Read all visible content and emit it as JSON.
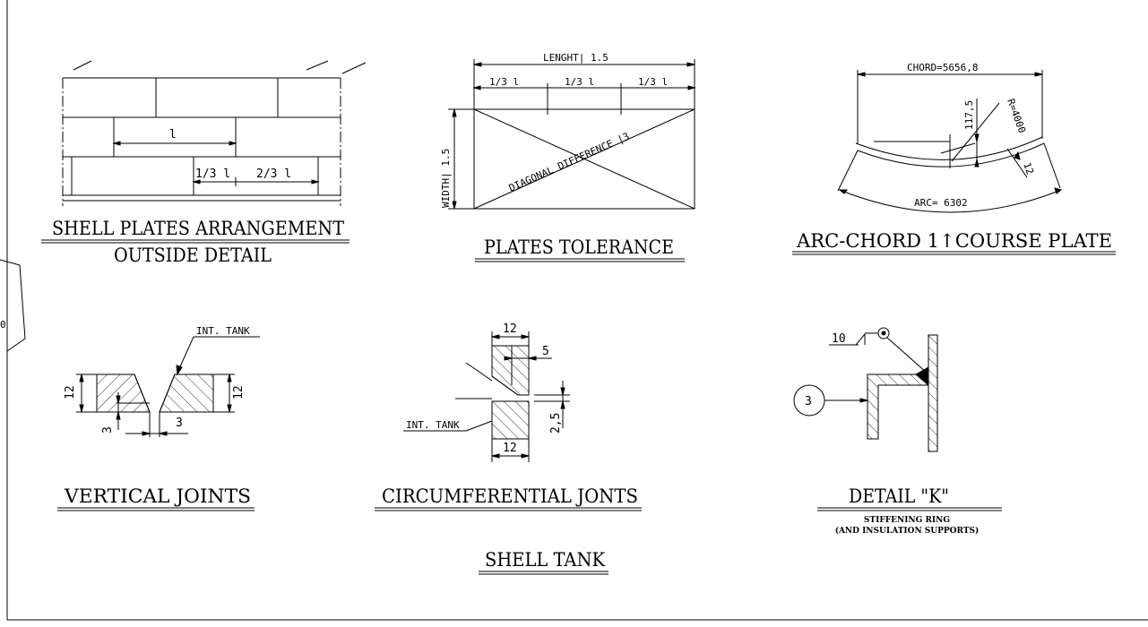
{
  "shell_plates": {
    "title": "SHELL PLATES ARRANGEMENT",
    "subtitle": "OUTSIDE DETAIL",
    "dim_l": "l",
    "dim_third": "1/3 l",
    "dim_two_thirds": "2/3 l"
  },
  "plates_tolerance": {
    "title": "PLATES TOLERANCE",
    "length_label": "LENGHT| 1.5",
    "width_label": "WIDTH| 1.5",
    "third_label": "1/3  l",
    "diagonal_label": "DIAGONAL DIFFERENCE |3"
  },
  "arc_chord": {
    "title": "ARC-CHORD 1↑COURSE PLATE",
    "chord_label": "CHORD=5656,8",
    "arc_label": "ARC= 6302",
    "radius_label": "R=4000",
    "sagitta_label": "117,5",
    "thickness_label": "12"
  },
  "vertical_joints": {
    "title": "VERTICAL JOINTS",
    "tank_label": "INT. TANK",
    "dim_12": "12",
    "dim_3": "3"
  },
  "circ_joints": {
    "title": "CIRCUMFERENTIAL JONTS",
    "tank_label": "INT. TANK",
    "dim_12": "12",
    "dim_5": "5",
    "dim_25": "2,5"
  },
  "detail_k": {
    "title": "DETAIL \"K\"",
    "subtitle1": "STIFFENING RING",
    "subtitle2": "(AND INSULATION SUPPORTS)",
    "weld_size": "10",
    "balloon": "3"
  },
  "main_title": "SHELL TANK",
  "edge_fragment": "0"
}
